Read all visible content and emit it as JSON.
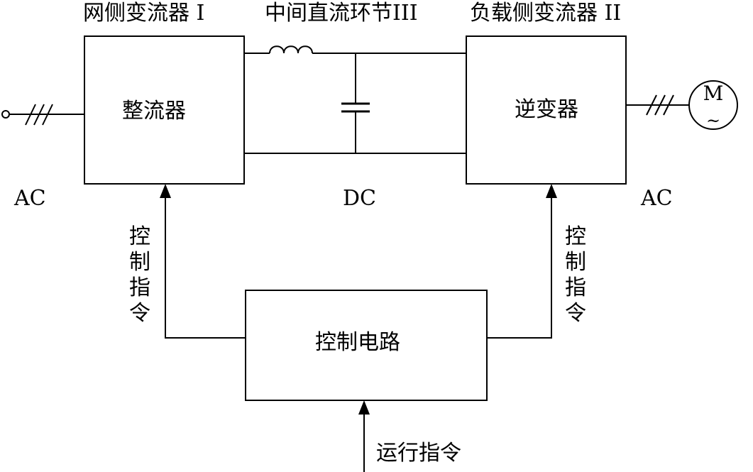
{
  "labels": {
    "grid_converter": "网侧变流器 I",
    "dc_link": "中间直流环节III",
    "load_converter": "负载侧变流器 II",
    "rectifier": "整流器",
    "inverter": "逆变器",
    "ac_left": "AC",
    "dc": "DC",
    "ac_right": "AC",
    "motor": "M",
    "motor_tilde": "~",
    "control_circuit": "控制电路",
    "control_cmd_left": [
      "控",
      "制",
      "指",
      "令"
    ],
    "control_cmd_right": [
      "控",
      "制",
      "指",
      "令"
    ],
    "run_cmd": "运行指令"
  }
}
